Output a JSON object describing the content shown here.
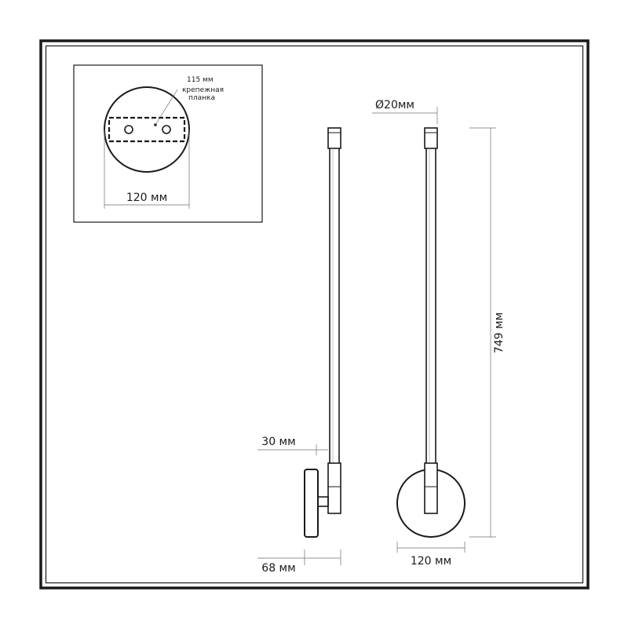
{
  "mount_detail": {
    "plate_width_label": "115 мм",
    "plate_name_line1": "крепежная",
    "plate_name_line2": "планка",
    "base_width_label": "120 мм"
  },
  "side_view": {
    "offset_label": "30 мм",
    "depth_label": "68 мм"
  },
  "front_view": {
    "tube_diameter_label": "Ø20мм",
    "height_label": "749 мм",
    "base_width_label": "120 мм"
  },
  "colors": {
    "frame": "#1a1a1a",
    "drawing_bg": "#ffffff"
  }
}
